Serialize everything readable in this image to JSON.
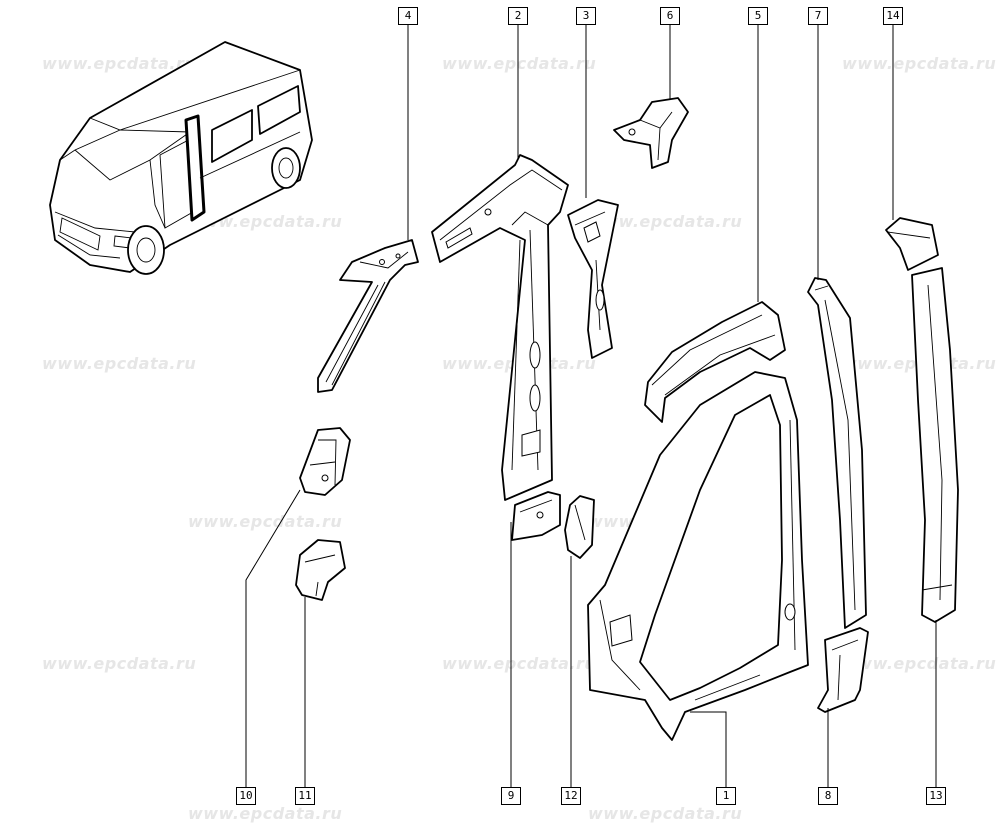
{
  "watermark": {
    "text": "www.epcdata.ru"
  },
  "callouts": {
    "p1": "1",
    "p2": "2",
    "p3": "3",
    "p4": "4",
    "p5": "5",
    "p6": "6",
    "p7": "7",
    "p8": "8",
    "p9": "9",
    "p10": "10",
    "p11": "11",
    "p12": "12",
    "p13": "13",
    "p14": "14"
  }
}
